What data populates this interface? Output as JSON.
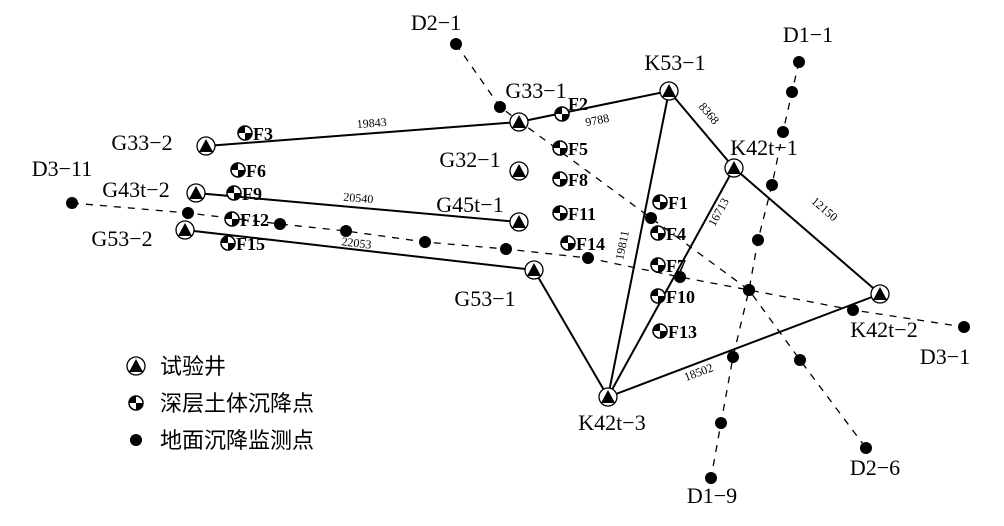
{
  "wells": [
    {
      "id": "G33-2",
      "label": "G33−2"
    },
    {
      "id": "G33-1",
      "label": "G33−1"
    },
    {
      "id": "K53-1",
      "label": "K53−1"
    },
    {
      "id": "G32-1",
      "label": "G32−1"
    },
    {
      "id": "G43t-2",
      "label": "G43t−2"
    },
    {
      "id": "G45t-1",
      "label": "G45t−1"
    },
    {
      "id": "G53-2",
      "label": "G53−2"
    },
    {
      "id": "G53-1",
      "label": "G53−1"
    },
    {
      "id": "K42t-1",
      "label": "K42t−1"
    },
    {
      "id": "K42t-2",
      "label": "K42t−2"
    },
    {
      "id": "K42t-3",
      "label": "K42t−3"
    }
  ],
  "connections": [
    {
      "from": "G33-2",
      "to": "G33-1",
      "distance": "19843"
    },
    {
      "from": "G33-1",
      "to": "K53-1",
      "distance": "9788"
    },
    {
      "from": "K53-1",
      "to": "K42t-1",
      "distance": "8368"
    },
    {
      "from": "K42t-1",
      "to": "K42t-2",
      "distance": "12150"
    },
    {
      "from": "K42t-3",
      "to": "K42t-2",
      "distance": "18502"
    },
    {
      "from": "K42t-3",
      "to": "K53-1",
      "distance": "19811"
    },
    {
      "from": "K42t-3",
      "to": "K42t-1",
      "distance": "16713"
    },
    {
      "from": "G53-2",
      "to": "G53-1",
      "distance": "22053"
    },
    {
      "from": "G43t-2",
      "to": "G45t-1",
      "distance": "20540"
    },
    {
      "from": "G53-1",
      "to": "K42t-3",
      "distance": ""
    }
  ],
  "deep_points": [
    "F1",
    "F2",
    "F3",
    "F4",
    "F5",
    "F6",
    "F7",
    "F8",
    "F9",
    "F10",
    "F11",
    "F12",
    "F13",
    "F14",
    "F15"
  ],
  "ground_lines": [
    {
      "start": "D2−1",
      "end": "D2−6"
    },
    {
      "start": "D1−1",
      "end": "D1−9"
    },
    {
      "start": "D3−11",
      "end": "D3−1"
    }
  ],
  "legend": [
    {
      "symbol": "well",
      "label": "试验井"
    },
    {
      "symbol": "deep",
      "label": "深层土体沉降点"
    },
    {
      "symbol": "ground",
      "label": "地面沉降监测点"
    }
  ]
}
